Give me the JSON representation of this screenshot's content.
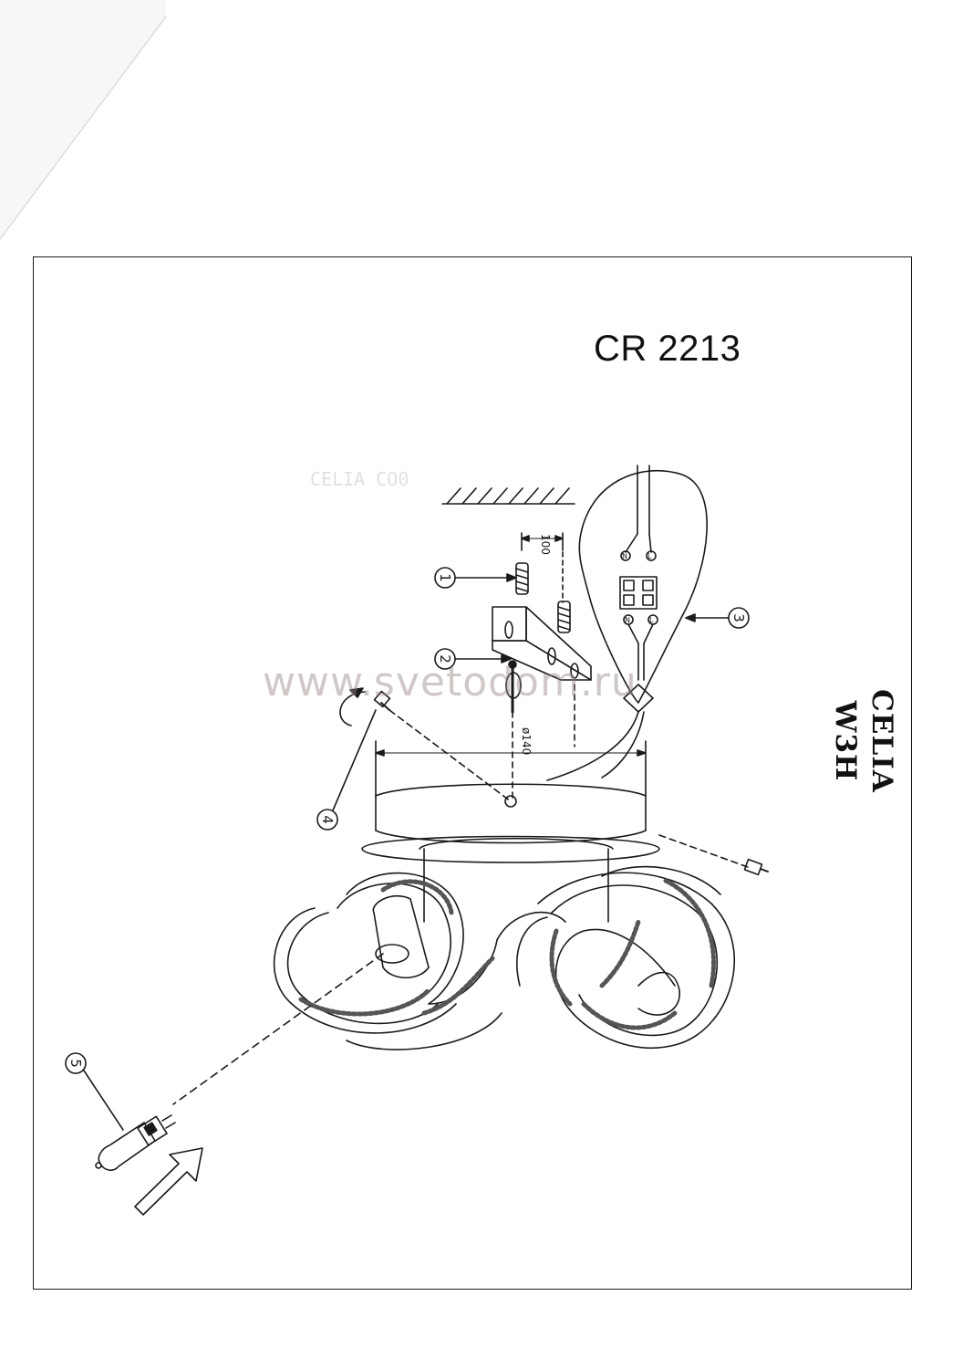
{
  "header": {
    "model_code": "CR 2213"
  },
  "product": {
    "name": "CELIA W3H",
    "faint_reference": "CELIA CO0"
  },
  "watermark": "www.svetodom.ru",
  "dimensions": {
    "mount_spacing": "100",
    "canopy_diameter": "ø140"
  },
  "callouts": [
    {
      "number": "1",
      "part": "wall-plug-and-screw"
    },
    {
      "number": "2",
      "part": "mounting-screw"
    },
    {
      "number": "3",
      "part": "terminal-block-cover"
    },
    {
      "number": "4",
      "part": "canopy-screw"
    },
    {
      "number": "5",
      "part": "bulb"
    }
  ],
  "terminal_labels": {
    "top_left": "N",
    "top_right": "L",
    "bottom_left": "N",
    "bottom_right": "L"
  },
  "colors": {
    "line": "#1a1a1a",
    "watermark": "#968282"
  }
}
